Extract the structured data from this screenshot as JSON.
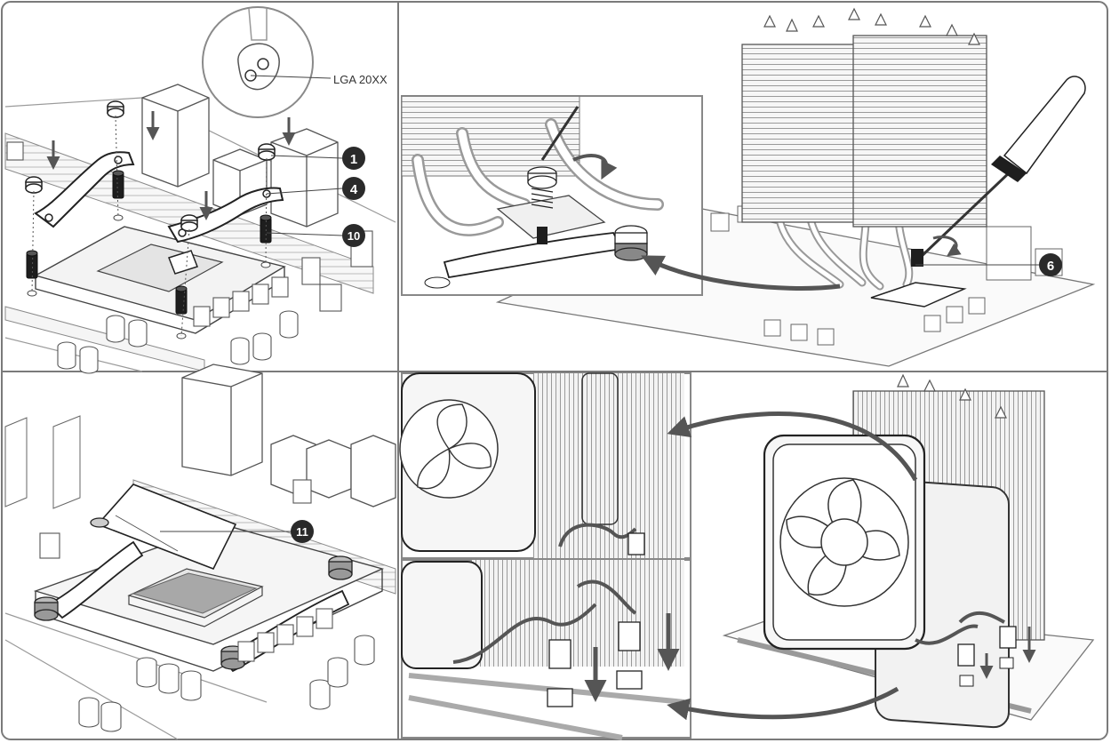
{
  "callouts": {
    "socket_label": "LGA 20XX",
    "step_1": "1",
    "step_4": "4",
    "step_10": "10",
    "step_6": "6",
    "step_11": "11"
  },
  "colors": {
    "line": "#3a3a3a",
    "light_line": "#8a8a8a",
    "fill_light": "#f4f4f4",
    "fill_mid": "#d8d8d8",
    "fill_dark": "#1e1e1e",
    "arrow": "#555555",
    "paste": "#a8a8a8",
    "frame": "#7a7a7a"
  }
}
